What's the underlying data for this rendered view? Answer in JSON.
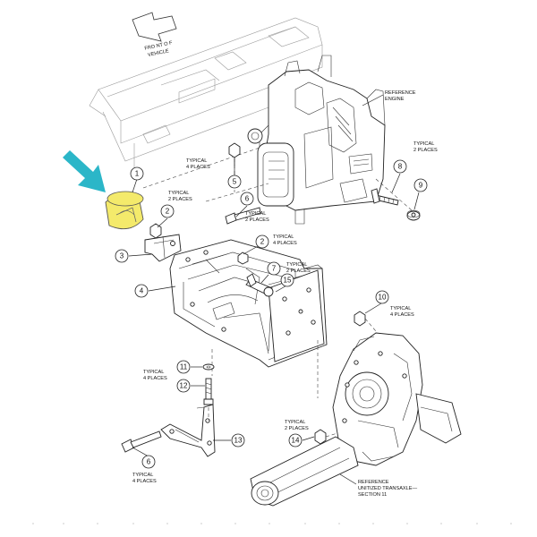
{
  "notes": {
    "front_of_vehicle": [
      "FRO NT O F",
      "VEHICLE"
    ],
    "reference_engine": [
      "REFERENCE",
      "ENGINE"
    ],
    "reference_transaxle": [
      "REFERENCE",
      "UNITIZED TRANSAXLE—",
      "SECTION 11"
    ]
  },
  "typical": {
    "t2_upper_left": [
      "TYPICAL",
      "2 PLACES"
    ],
    "t4_part5": [
      "TYPICAL",
      "4 PLACES"
    ],
    "t2_part6": [
      "TYPICAL",
      "2 PLACES"
    ],
    "t2_part9": [
      "TYPICAL",
      "2 PLACES"
    ],
    "t4_part2": [
      "TYPICAL",
      "4 PLACES"
    ],
    "t2_part7": [
      "TYPICAL",
      "2 PLACES"
    ],
    "t4_part10": [
      "TYPICAL",
      "4 PLACES"
    ],
    "t4_part11": [
      "TYPICAL",
      "4 PLACES"
    ],
    "t2_part14": [
      "TYPICAL",
      "2 PLACES"
    ],
    "t4_part6_bottom": [
      "TYPICAL",
      "4 PLACES"
    ]
  },
  "callouts": {
    "c1": "1",
    "c2a": "2",
    "c2b": "2",
    "c3": "3",
    "c4": "4",
    "c5": "5",
    "c6a": "6",
    "c6b": "6",
    "c7": "7",
    "c8": "8",
    "c9": "9",
    "c10": "10",
    "c11": "11",
    "c12": "12",
    "c13": "13",
    "c14": "14",
    "c15": "15"
  },
  "colors": {
    "highlight": "#f4ea6b",
    "arrow": "#2bb6c8",
    "line": "#222222"
  },
  "icons": {
    "pointer": "arrow-pointer-icon",
    "front_arrow": "front-direction-arrow-icon"
  }
}
